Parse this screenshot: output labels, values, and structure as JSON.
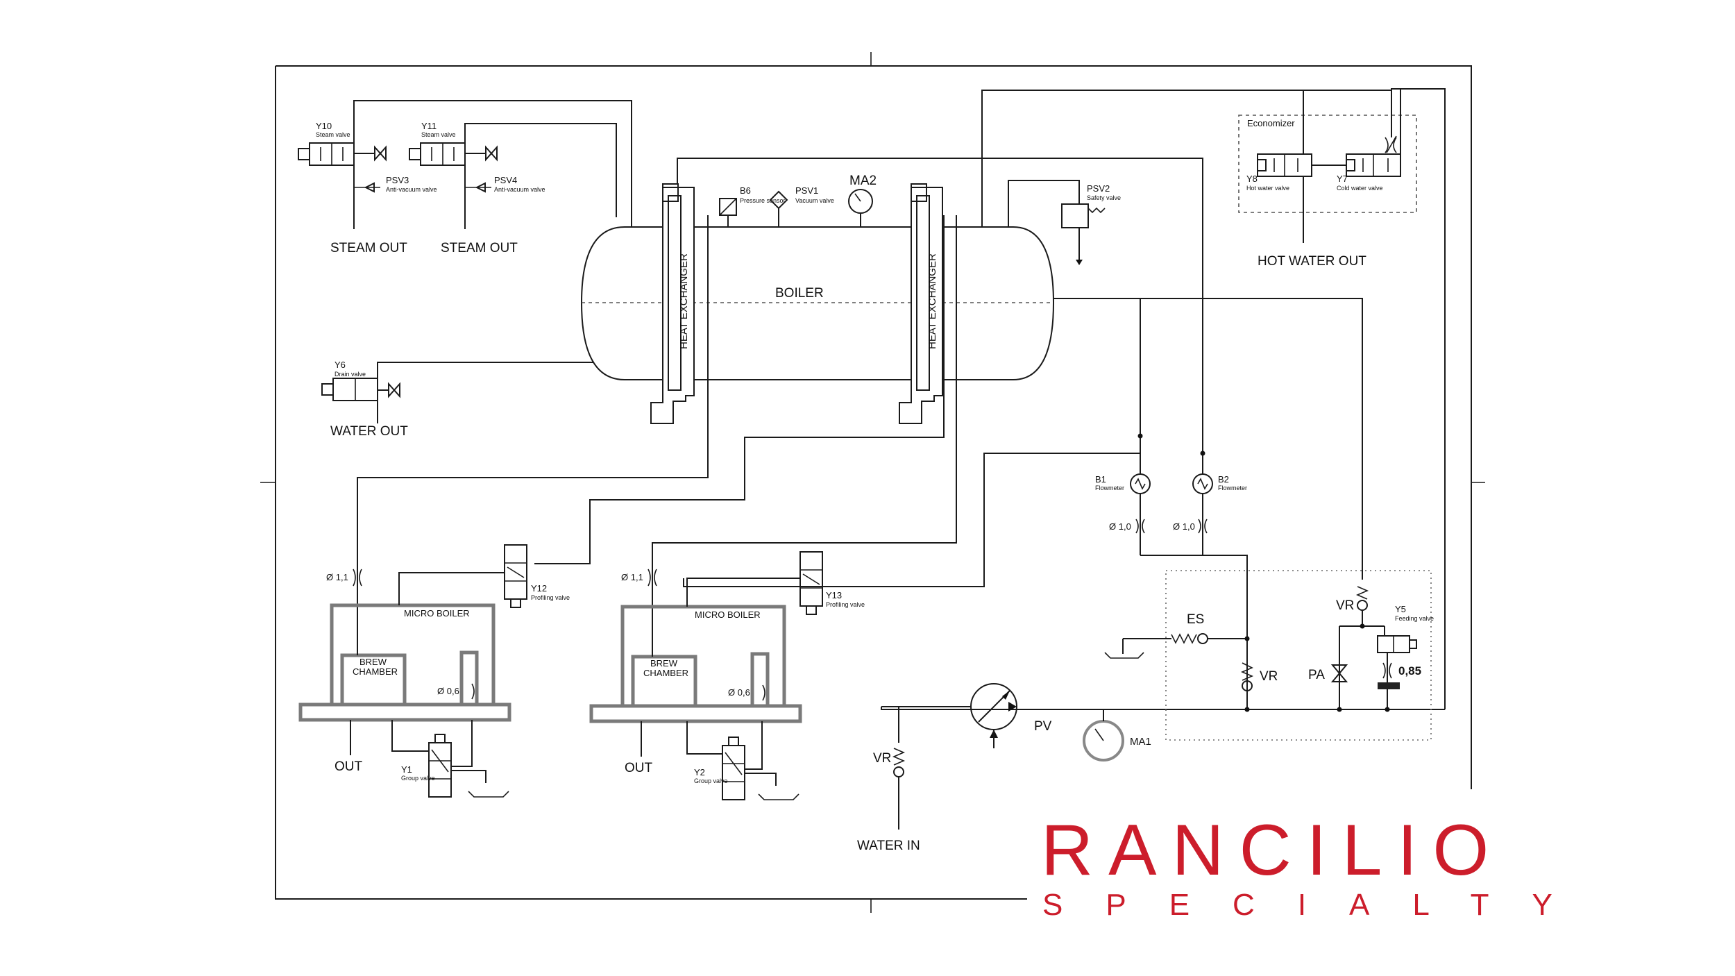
{
  "diagram": {
    "boiler_label": "BOILER",
    "heat_exchanger_label": "HEAT EXCHANGER",
    "gauges": {
      "ma2": "MA2",
      "ma1": "MA1"
    },
    "sensors": {
      "b6_code": "B6",
      "b6_name": "Pressure sensor",
      "psv1_code": "PSV1",
      "psv1_name": "Vacuum valve",
      "psv2_code": "PSV2",
      "psv2_name": "Safety valve"
    },
    "steam": [
      {
        "code": "Y10",
        "name": "Steam valve",
        "psv_code": "PSV3",
        "psv_name": "Anti-vacuum valve",
        "out": "STEAM OUT"
      },
      {
        "code": "Y11",
        "name": "Steam valve",
        "psv_code": "PSV4",
        "psv_name": "Anti-vacuum valve",
        "out": "STEAM OUT"
      }
    ],
    "drain": {
      "code": "Y6",
      "name": "Drain valve",
      "out": "WATER OUT"
    },
    "economizer": {
      "title": "Economizer",
      "y8_code": "Y8",
      "y8_name": "Hot water valve",
      "y7_code": "Y7",
      "y7_name": "Cold water valve",
      "out": "HOT WATER OUT"
    },
    "flowmeters": [
      {
        "code": "B1",
        "name": "Flowmeter",
        "orifice": "Ø 1,0"
      },
      {
        "code": "B2",
        "name": "Flowmeter",
        "orifice": "Ø 1,0"
      }
    ],
    "groups": [
      {
        "orifice_in": "Ø 1,1",
        "micro_boiler": "MICRO BOILER",
        "brew_chamber_1": "BREW",
        "brew_chamber_2": "CHAMBER",
        "orifice_small": "Ø 0,6",
        "profiling_code": "Y12",
        "profiling_name": "Profiling valve",
        "group_code": "Y1",
        "group_name": "Group valve",
        "out": "OUT"
      },
      {
        "orifice_in": "Ø 1,1",
        "micro_boiler": "MICRO BOILER",
        "brew_chamber_1": "BREW",
        "brew_chamber_2": "CHAMBER",
        "orifice_small": "Ø 0,6",
        "profiling_code": "Y13",
        "profiling_name": "Profiling valve",
        "group_code": "Y2",
        "group_name": "Group valve",
        "out": "OUT"
      }
    ],
    "pump": {
      "code": "PV"
    },
    "feeding": {
      "es": "ES",
      "vr": "VR",
      "pa": "PA",
      "y5_code": "Y5",
      "y5_name": "Feeding valve",
      "orifice": "0,85"
    },
    "water_in": "WATER IN"
  },
  "brand": {
    "line1": "RANCILIO",
    "line2": "SPECIALTY",
    "color": "#cc1d2b"
  }
}
